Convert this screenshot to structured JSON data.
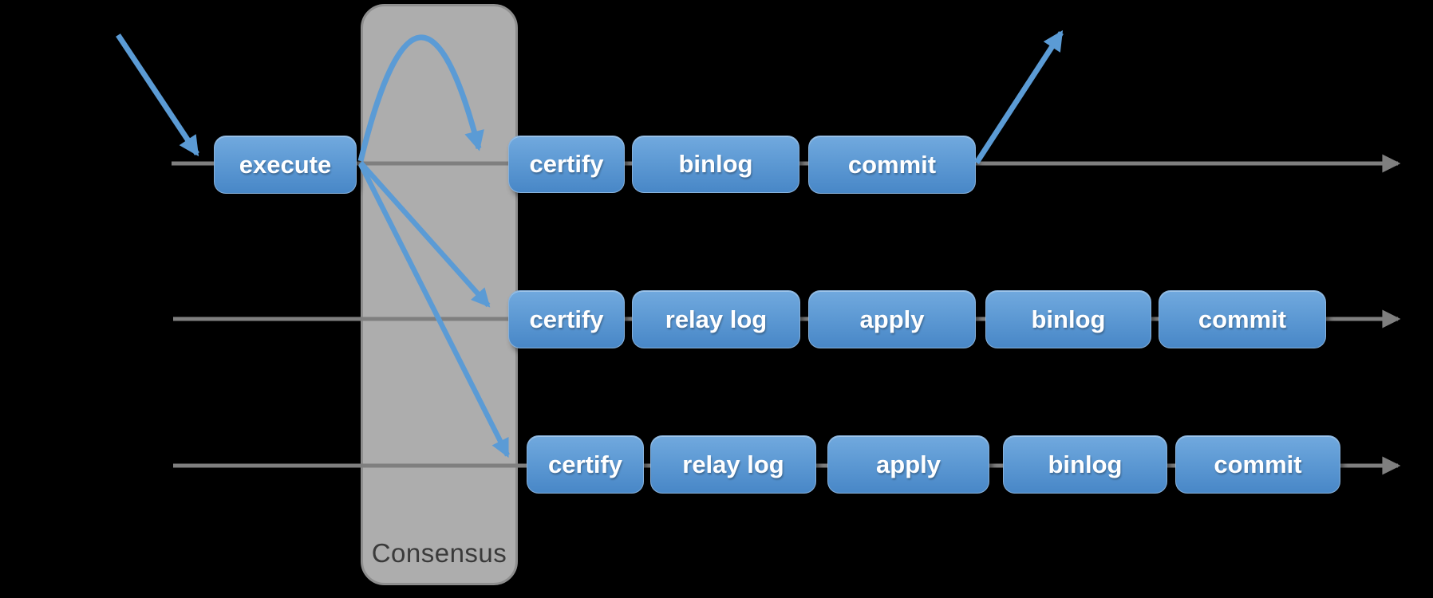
{
  "consensus": {
    "label": "Consensus"
  },
  "rows": [
    {
      "boxes": [
        {
          "label": "execute"
        },
        {
          "label": "certify"
        },
        {
          "label": "binlog"
        },
        {
          "label": "commit"
        }
      ]
    },
    {
      "boxes": [
        {
          "label": "certify"
        },
        {
          "label": "relay log"
        },
        {
          "label": "apply"
        },
        {
          "label": "binlog"
        },
        {
          "label": "commit"
        }
      ]
    },
    {
      "boxes": [
        {
          "label": "certify"
        },
        {
          "label": "relay log"
        },
        {
          "label": "apply"
        },
        {
          "label": "binlog"
        },
        {
          "label": "commit"
        }
      ]
    }
  ],
  "colors": {
    "background": "#000000",
    "node_blue_top": "#71A9DE",
    "node_blue_bottom": "#4887C7",
    "node_text": "#FFFFFF",
    "arrow_blue": "#5B9BD5",
    "timeline_gray": "#7F7F7F",
    "consensus_fill": "#ADADAD",
    "consensus_border": "#8E8E8E",
    "consensus_text": "#3A3A3A"
  }
}
